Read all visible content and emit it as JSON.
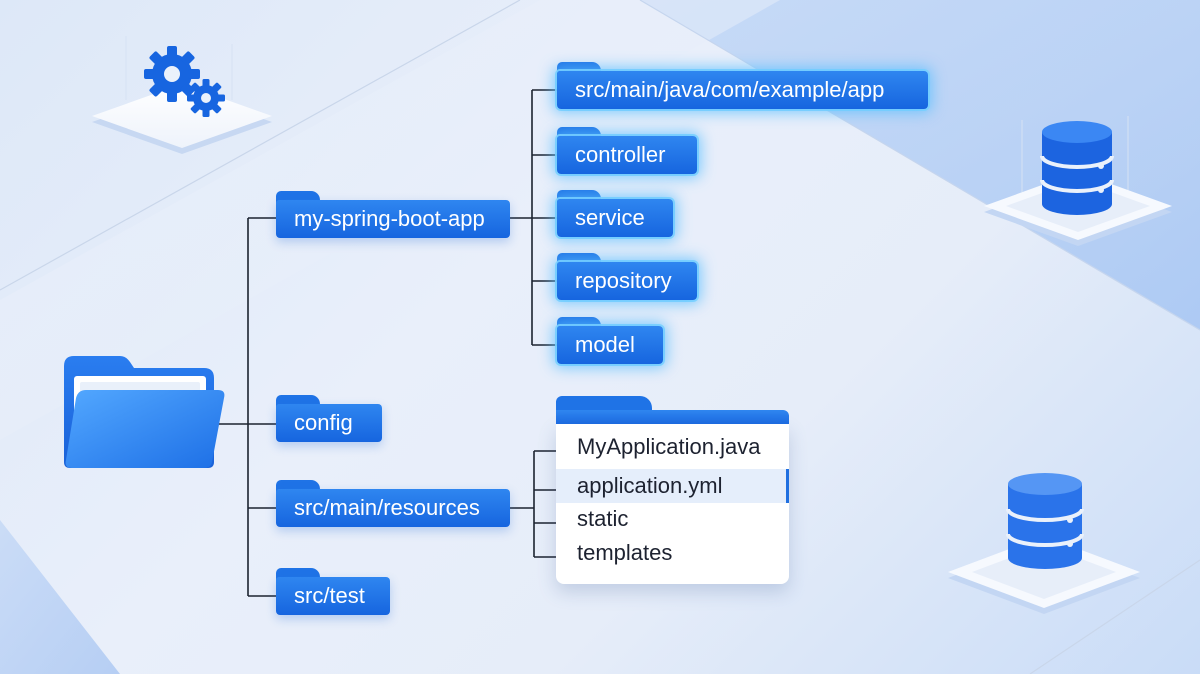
{
  "colors": {
    "folder": "#1f73e6",
    "folder_light": "#2f86f0",
    "connector": "#1c2330",
    "glow": "#5bbcff",
    "panel_bg": "#ffffff",
    "selected_row": "#e5eefb"
  },
  "root": {
    "icon": "open-folder-icon"
  },
  "tree": {
    "branches": [
      {
        "label": "my-spring-boot-app",
        "icon": "folder-icon"
      },
      {
        "label": "config",
        "icon": "folder-icon"
      },
      {
        "label": "src/main/resources",
        "icon": "folder-icon"
      },
      {
        "label": "src/test",
        "icon": "folder-icon"
      }
    ],
    "app_children": [
      {
        "label": "src/main/java/com/example/app",
        "icon": "folder-icon",
        "highlighted": true
      },
      {
        "label": "controller",
        "icon": "folder-icon"
      },
      {
        "label": "service",
        "icon": "folder-icon"
      },
      {
        "label": "repository",
        "icon": "folder-icon"
      },
      {
        "label": "model",
        "icon": "folder-icon"
      }
    ],
    "resources_files": {
      "items": [
        {
          "label": "MyApplication.java"
        },
        {
          "label": "application.yml",
          "selected": true
        },
        {
          "label": "static"
        },
        {
          "label": "templates"
        }
      ]
    }
  },
  "decorations": {
    "settings": "gears-icon",
    "database_top": "database-icon",
    "database_bottom": "database-icon"
  }
}
